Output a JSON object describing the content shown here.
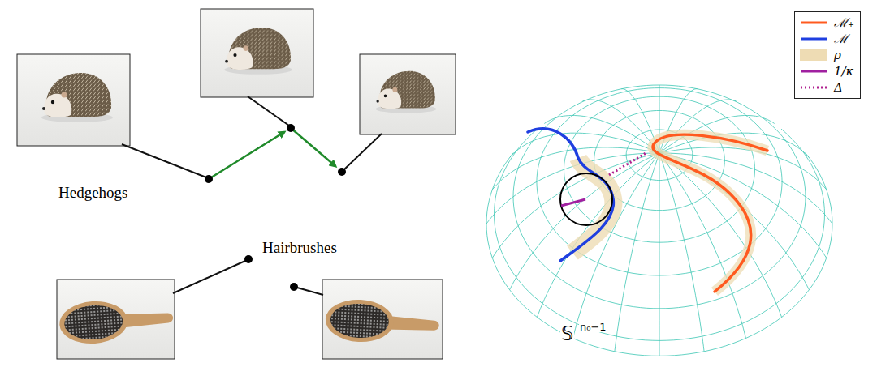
{
  "diagram": {
    "nodes": [
      {
        "text": [
          "Hedgehogs"
        ]
      },
      {
        "text": [
          "Hairbrushes"
        ]
      }
    ],
    "labels": [
      "𝕊",
      "n₀−1"
    ],
    "legend": [
      {
        "text": "ℳ₊"
      },
      {
        "text": "ℳ₋"
      },
      {
        "text": "ρ",
        "color": "#eedcb4"
      },
      {
        "text": "1/κ"
      },
      {
        "text": "Δ"
      }
    ]
  }
}
